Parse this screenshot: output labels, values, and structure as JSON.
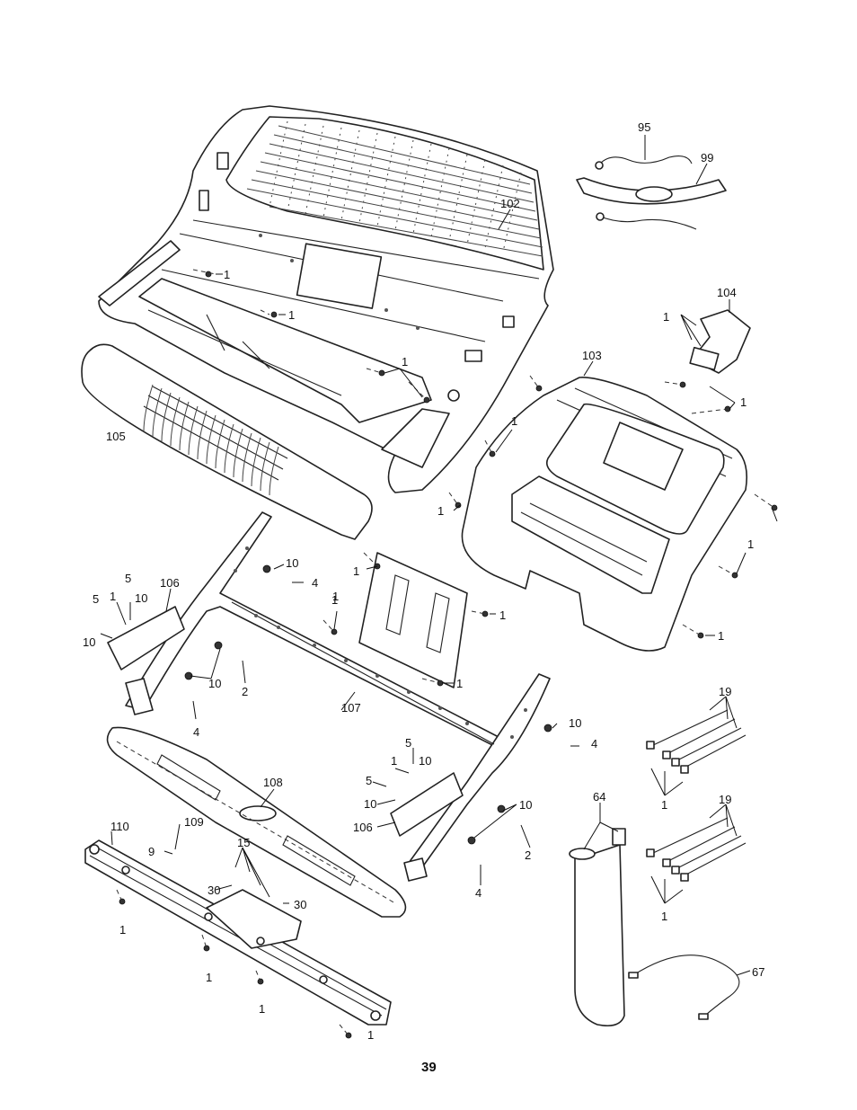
{
  "page_number": "39",
  "callouts": [
    {
      "id": "c95",
      "text": "95"
    },
    {
      "id": "c99",
      "text": "99"
    },
    {
      "id": "c102",
      "text": "102"
    },
    {
      "id": "c104",
      "text": "104"
    },
    {
      "id": "c103",
      "text": "103"
    },
    {
      "id": "c105",
      "text": "105"
    },
    {
      "id": "c106a",
      "text": "106"
    },
    {
      "id": "c106b",
      "text": "106"
    },
    {
      "id": "c107",
      "text": "107"
    },
    {
      "id": "c108",
      "text": "108"
    },
    {
      "id": "c109",
      "text": "109"
    },
    {
      "id": "c110",
      "text": "110"
    },
    {
      "id": "c64",
      "text": "64"
    },
    {
      "id": "c67",
      "text": "67"
    },
    {
      "id": "c19a",
      "text": "19"
    },
    {
      "id": "c19b",
      "text": "19"
    },
    {
      "id": "c15",
      "text": "15"
    },
    {
      "id": "c30a",
      "text": "30"
    },
    {
      "id": "c30b",
      "text": "30"
    },
    {
      "id": "c9",
      "text": "9"
    },
    {
      "id": "c1_a",
      "text": "1"
    },
    {
      "id": "c1_b",
      "text": "1"
    },
    {
      "id": "c1_c",
      "text": "1"
    },
    {
      "id": "c1_d",
      "text": "1"
    },
    {
      "id": "c1_e",
      "text": "1"
    },
    {
      "id": "c1_f",
      "text": "1"
    },
    {
      "id": "c1_g",
      "text": "1"
    },
    {
      "id": "c1_h",
      "text": "1"
    },
    {
      "id": "c1_i",
      "text": "1"
    },
    {
      "id": "c1_j",
      "text": "1"
    },
    {
      "id": "c1_k",
      "text": "1"
    },
    {
      "id": "c1_l",
      "text": "1"
    },
    {
      "id": "c1_m",
      "text": "1"
    },
    {
      "id": "c1_n",
      "text": "1"
    },
    {
      "id": "c1_o",
      "text": "1"
    },
    {
      "id": "c1_p",
      "text": "1"
    },
    {
      "id": "c1_q",
      "text": "1"
    },
    {
      "id": "c1_r",
      "text": "1"
    },
    {
      "id": "c1_s",
      "text": "1"
    },
    {
      "id": "c1_t",
      "text": "1"
    },
    {
      "id": "c1_u",
      "text": "1"
    },
    {
      "id": "c1_v",
      "text": "1"
    },
    {
      "id": "c10_a",
      "text": "10"
    },
    {
      "id": "c10_b",
      "text": "10"
    },
    {
      "id": "c10_c",
      "text": "10"
    },
    {
      "id": "c10_d",
      "text": "10"
    },
    {
      "id": "c10_e",
      "text": "10"
    },
    {
      "id": "c10_f",
      "text": "10"
    },
    {
      "id": "c10_g",
      "text": "10"
    },
    {
      "id": "c10_h",
      "text": "10"
    },
    {
      "id": "c5_a",
      "text": "5"
    },
    {
      "id": "c5_b",
      "text": "5"
    },
    {
      "id": "c5_c",
      "text": "5"
    },
    {
      "id": "c5_d",
      "text": "5"
    },
    {
      "id": "c4_a",
      "text": "4"
    },
    {
      "id": "c4_b",
      "text": "4"
    },
    {
      "id": "c4_c",
      "text": "4"
    },
    {
      "id": "c4_d",
      "text": "4"
    },
    {
      "id": "c2_a",
      "text": "2"
    },
    {
      "id": "c2_b",
      "text": "2"
    }
  ]
}
